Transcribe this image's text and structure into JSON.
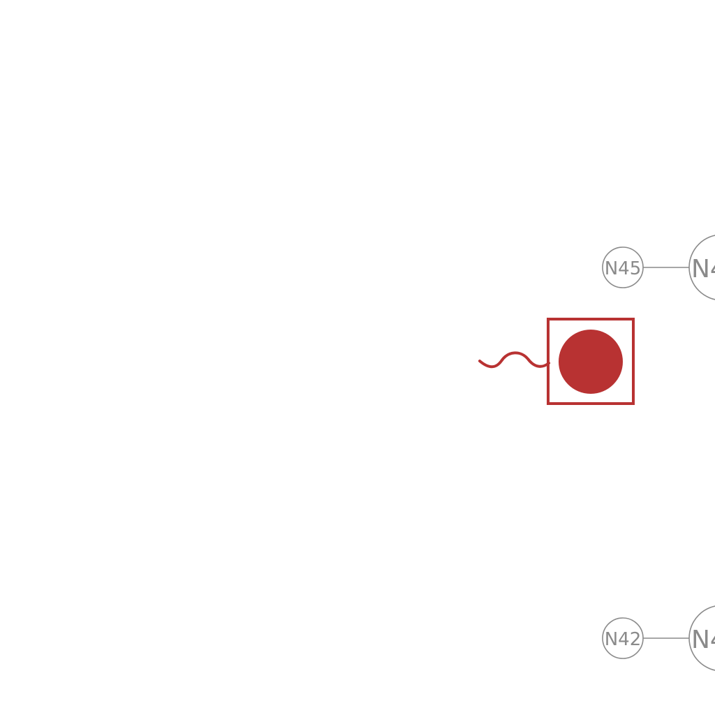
{
  "colors": {
    "background": "#ffffff",
    "node_stroke": "#8a8a8a",
    "node_text": "#8a8a8a",
    "symbol_red": "#b83232"
  },
  "nodes": {
    "n45": {
      "label": "N45"
    },
    "n45_partner": {
      "label": "N4"
    },
    "n42": {
      "label": "N42"
    },
    "n42_partner": {
      "label": "N4"
    }
  },
  "symbol": {
    "icon": "wavy-line-to-filled-circle-in-square-icon"
  }
}
